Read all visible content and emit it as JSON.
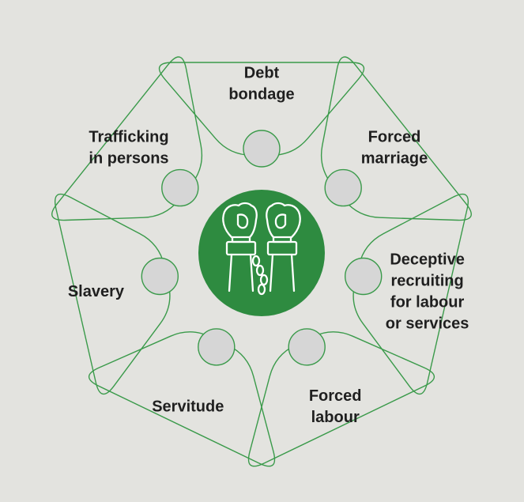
{
  "colors": {
    "background": "#e3e3df",
    "outline": "#3a9a4a",
    "connector_fill": "#d6d6d6",
    "connector_stroke": "#3a9a4a",
    "center_fill": "#2e8b40",
    "center_icon": "#ffffff",
    "text": "#1f1f1f"
  },
  "center": {
    "icon": "chained-hands-icon"
  },
  "petals": [
    {
      "name": "debt-bondage",
      "lines": [
        "Debt",
        "bondage"
      ]
    },
    {
      "name": "forced-marriage",
      "lines": [
        "Forced",
        "marriage"
      ]
    },
    {
      "name": "deceptive-recruiting",
      "lines": [
        "Deceptive",
        "recruiting",
        "for labour",
        "or services"
      ]
    },
    {
      "name": "forced-labour",
      "lines": [
        "Forced",
        "labour"
      ]
    },
    {
      "name": "servitude",
      "lines": [
        "Servitude"
      ]
    },
    {
      "name": "slavery",
      "lines": [
        "Slavery"
      ]
    },
    {
      "name": "trafficking-in-persons",
      "lines": [
        "Trafficking",
        "in persons"
      ]
    }
  ]
}
